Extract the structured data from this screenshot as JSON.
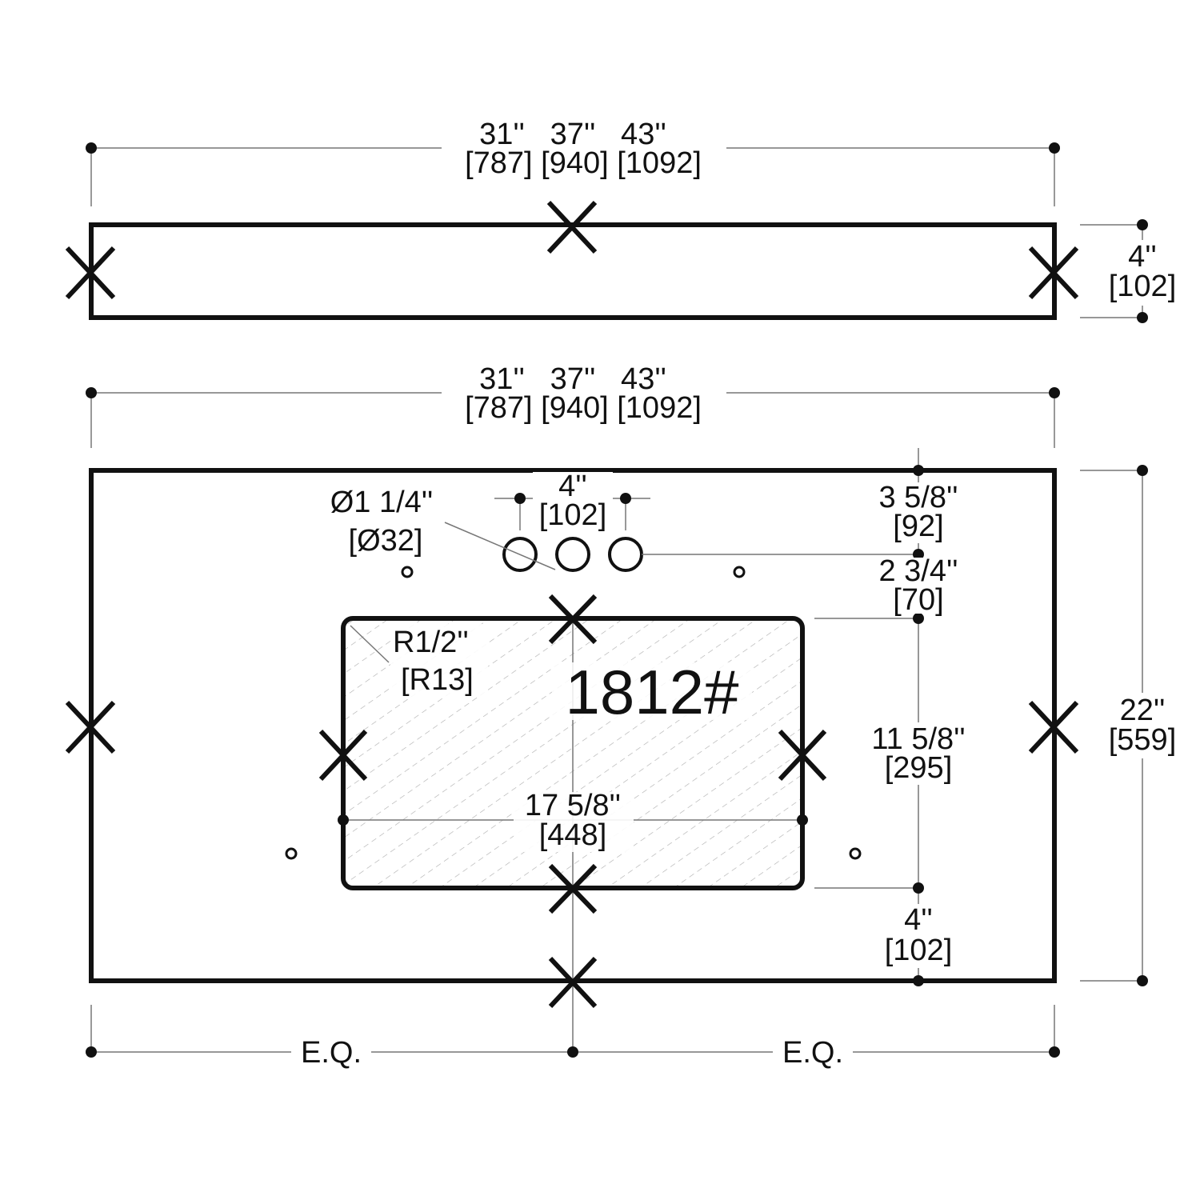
{
  "backsplash": {
    "width_imperial": "31''   37''   43''",
    "width_metric": "[787] [940] [1092]",
    "height_imperial": "4''",
    "height_metric": "[102]"
  },
  "top": {
    "width_imperial": "31''   37''   43''",
    "width_metric": "[787] [940] [1092]",
    "depth_imperial": "22''",
    "depth_metric": "[559]"
  },
  "faucet": {
    "hole_dia_imperial": "Ø1 1/4''",
    "hole_dia_metric": "[Ø32]",
    "spacing_imperial": "4''",
    "spacing_metric": "[102]"
  },
  "right_dims": {
    "edge_to_holes_imperial": "3 5/8''",
    "edge_to_holes_metric": "[92]",
    "holes_to_bowl_imperial": "2 3/4''",
    "holes_to_bowl_metric": "[70]",
    "bowl_depth_imperial": "11 5/8''",
    "bowl_depth_metric": "[295]",
    "bowl_to_front_imperial": "4''",
    "bowl_to_front_metric": "[102]"
  },
  "bowl": {
    "model": "1812#",
    "radius_imperial": "R1/2''",
    "radius_metric": "[R13]",
    "width_imperial": "17 5/8''",
    "width_metric": "[448]"
  },
  "bottom": {
    "left_label": "E.Q.",
    "right_label": "E.Q."
  }
}
